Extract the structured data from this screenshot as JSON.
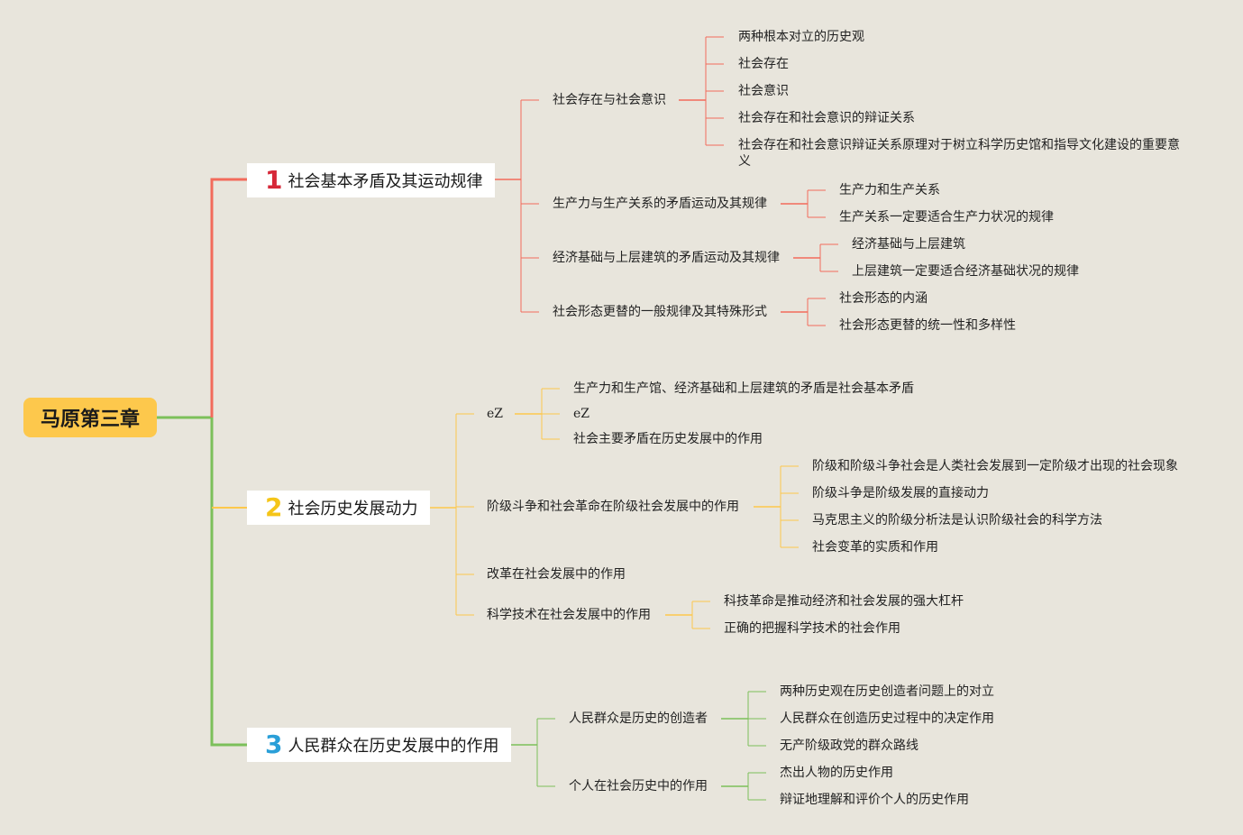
{
  "root": {
    "label": "马原第三章"
  },
  "colors": {
    "branch1": "#f26b5b",
    "branch2": "#fdc84c",
    "branch3": "#7cc05a",
    "num1": "#d62839",
    "num2": "#f5c518",
    "num3": "#2a9fd8"
  },
  "branches": [
    {
      "num": "1",
      "title": "社会基本矛盾及其运动规律",
      "children": [
        {
          "label": "社会存在与社会意识",
          "children": [
            "两种根本对立的历史观",
            "社会存在",
            "社会意识",
            "社会存在和社会意识的辩证关系",
            "社会存在和社会意识辩证关系原理对于树立科学历史馆和指导文化建设的重要意义"
          ]
        },
        {
          "label": "生产力与生产关系的矛盾运动及其规律",
          "children": [
            "生产力和生产关系",
            "生产关系一定要适合生产力状况的规律"
          ]
        },
        {
          "label": "经济基础与上层建筑的矛盾运动及其规律",
          "children": [
            "经济基础与上层建筑",
            "上层建筑一定要适合经济基础状况的规律"
          ]
        },
        {
          "label": "社会形态更替的一般规律及其特殊形式",
          "children": [
            "社会形态的内涵",
            "社会形态更替的统一性和多样性"
          ]
        }
      ]
    },
    {
      "num": "2",
      "title": "社会历史发展动力",
      "children": [
        {
          "label": "eZ",
          "children": [
            "生产力和生产馆、经济基础和上层建筑的矛盾是社会基本矛盾",
            "eZ",
            "社会主要矛盾在历史发展中的作用"
          ]
        },
        {
          "label": "阶级斗争和社会革命在阶级社会发展中的作用",
          "children": [
            "阶级和阶级斗争社会是人类社会发展到一定阶级才出现的社会现象",
            "阶级斗争是阶级发展的直接动力",
            "马克思主义的阶级分析法是认识阶级社会的科学方法",
            "社会变革的实质和作用"
          ]
        },
        {
          "label": "改革在社会发展中的作用",
          "children": []
        },
        {
          "label": "科学技术在社会发展中的作用",
          "children": [
            "科技革命是推动经济和社会发展的强大杠杆",
            "正确的把握科学技术的社会作用"
          ]
        }
      ]
    },
    {
      "num": "3",
      "title": "人民群众在历史发展中的作用",
      "children": [
        {
          "label": "人民群众是历史的创造者",
          "children": [
            "两种历史观在历史创造者问题上的对立",
            "人民群众在创造历史过程中的决定作用",
            "无产阶级政党的群众路线"
          ]
        },
        {
          "label": "个人在社会历史中的作用",
          "children": [
            "杰出人物的历史作用",
            "辩证地理解和评价个人的历史作用"
          ]
        }
      ]
    }
  ]
}
